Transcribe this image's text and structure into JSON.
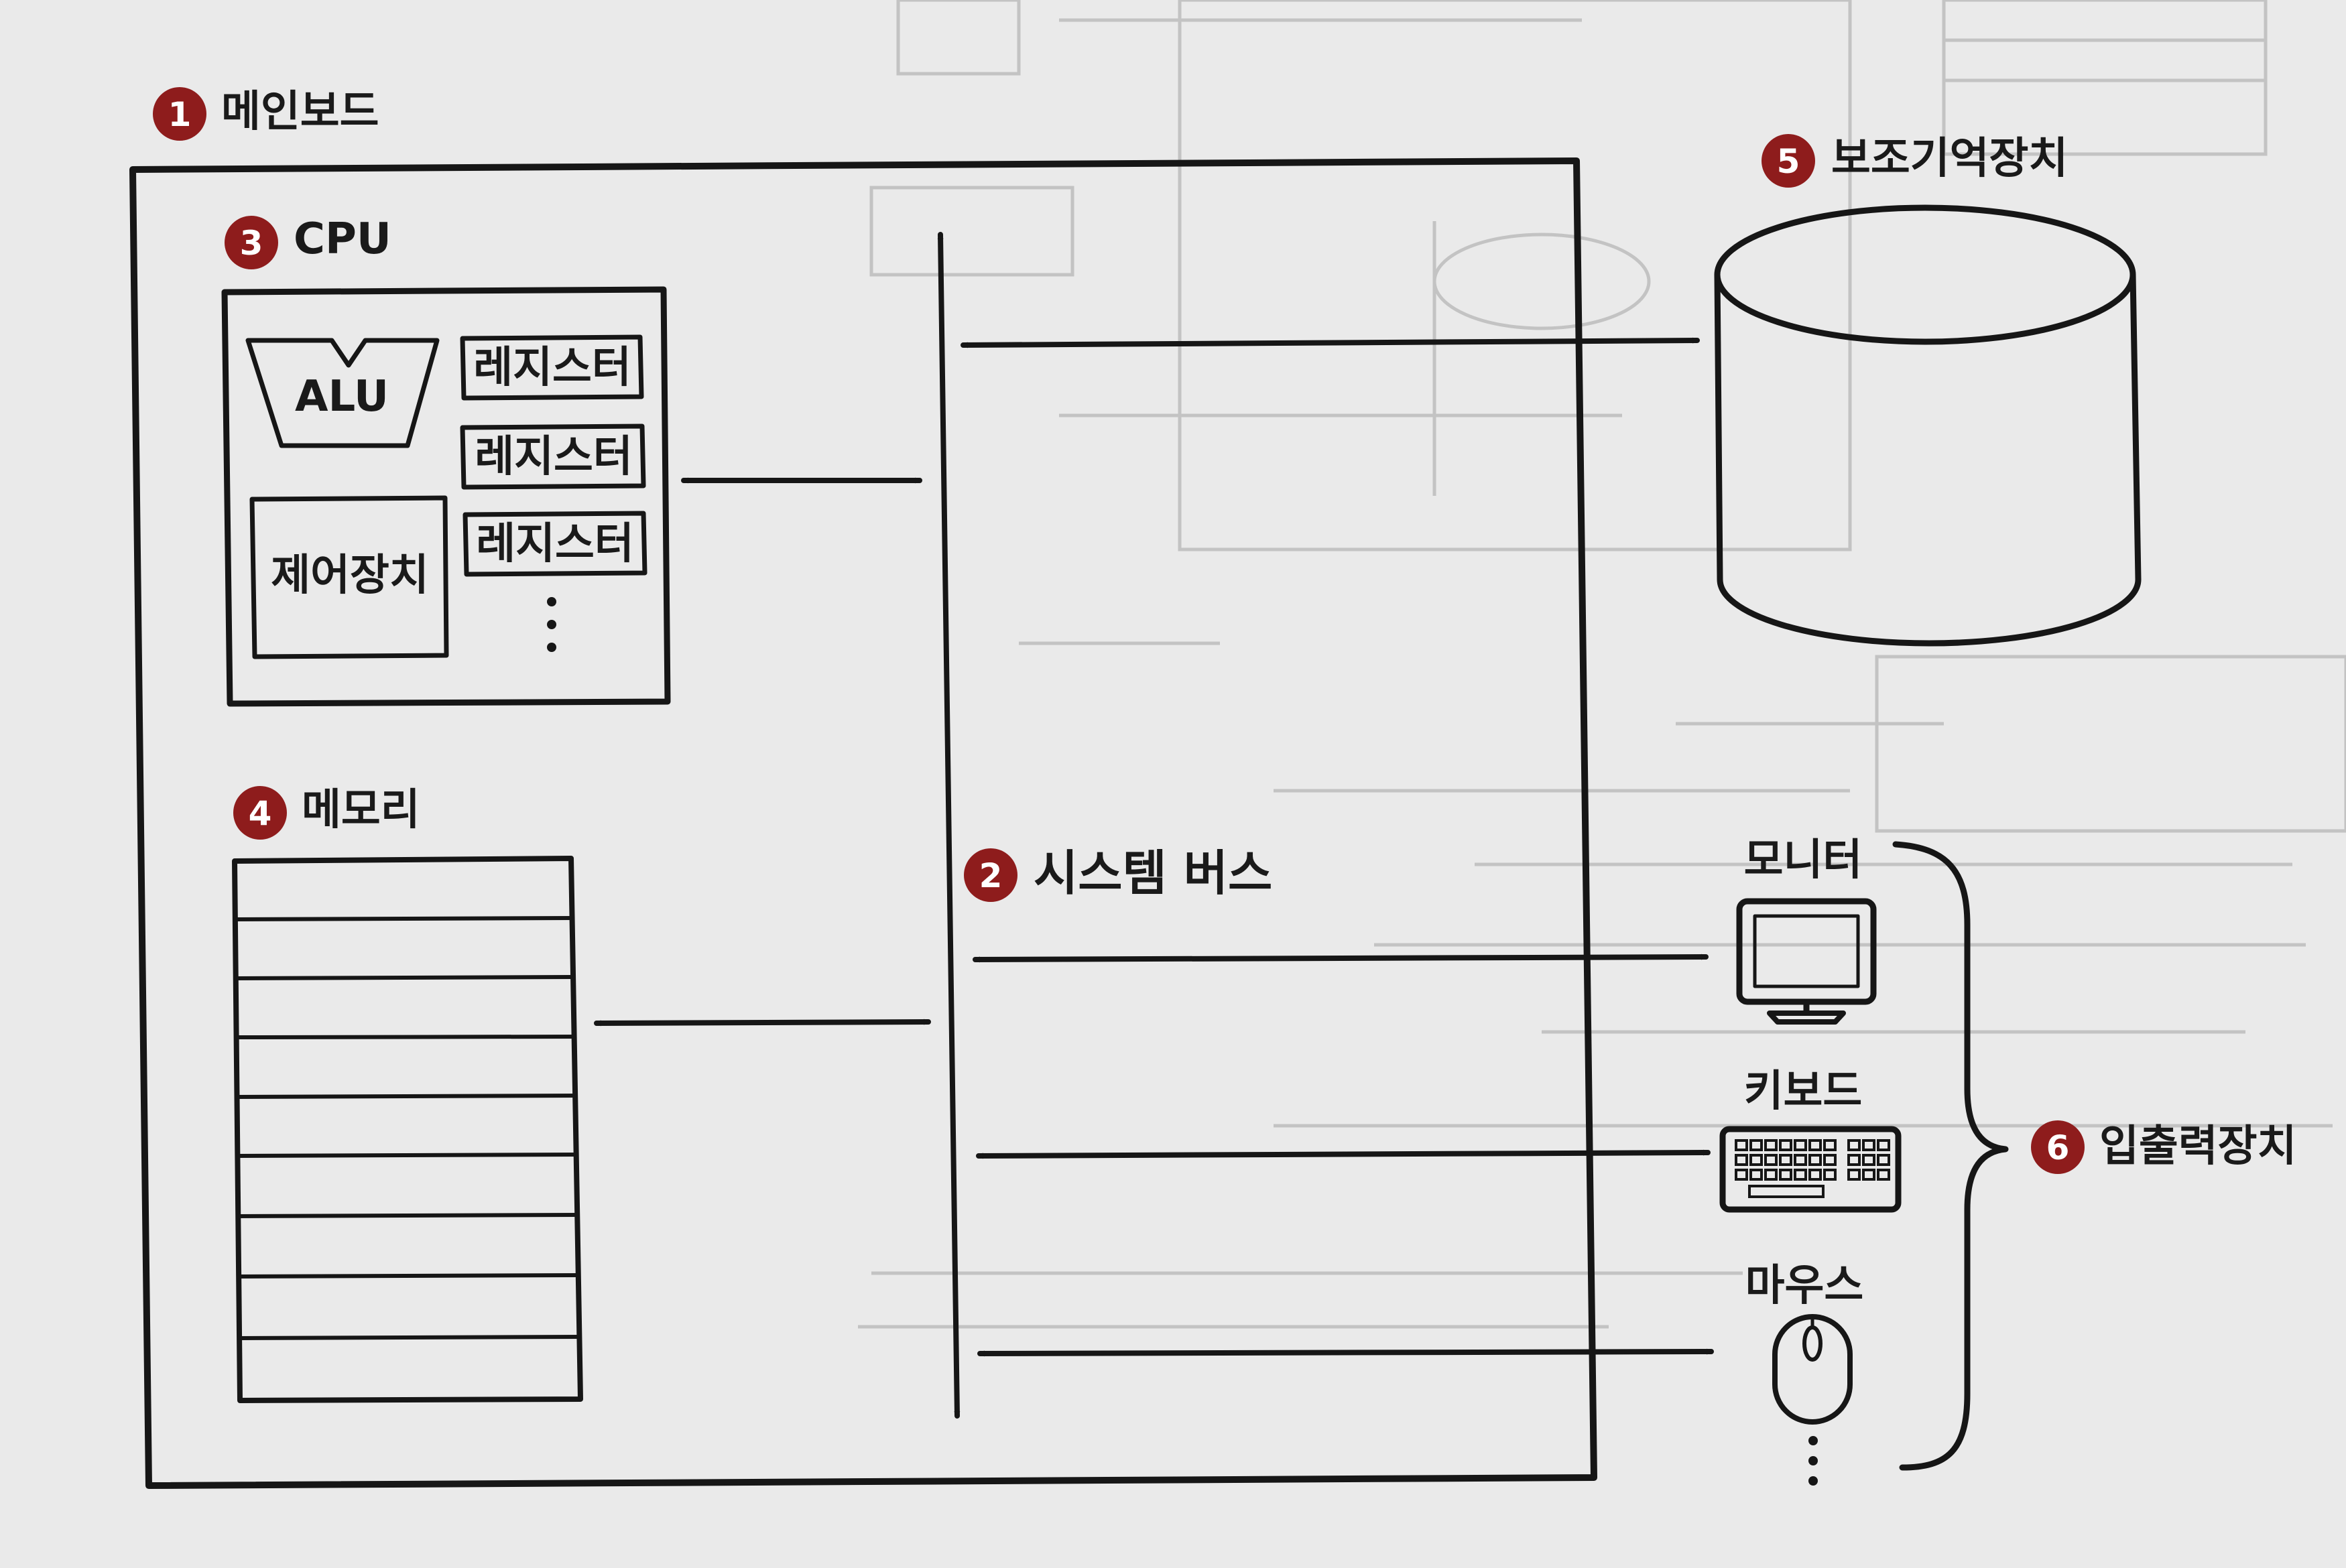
{
  "badges": {
    "mainboard": "1",
    "system_bus": "2",
    "cpu": "3",
    "memory": "4",
    "storage": "5",
    "io": "6"
  },
  "labels": {
    "mainboard": "메인보드",
    "cpu": "CPU",
    "alu": "ALU",
    "register": "레지스터",
    "control_unit": "제어장치",
    "memory": "메모리",
    "system_bus": "시스템 버스",
    "storage": "보조기억장치",
    "monitor": "모니터",
    "keyboard": "키보드",
    "mouse": "마우스",
    "io": "입출력장치"
  },
  "colors": {
    "badge": "#8e1c1c",
    "ink": "#161616",
    "paper": "#eaeaea"
  }
}
